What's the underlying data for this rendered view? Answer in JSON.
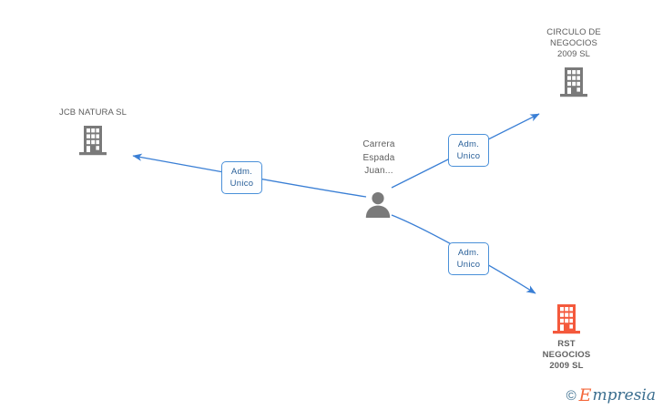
{
  "diagram": {
    "type": "company-relationship-graph",
    "background": "#ffffff",
    "colors": {
      "edge": "#3a7fd5",
      "edge_label_border": "#4a90d9",
      "edge_label_text": "#2a6099",
      "node_gray": "#7a7a7a",
      "node_highlight": "#f4593c",
      "label_text": "#5d5d5d"
    },
    "person": {
      "icon": "person-icon",
      "caption": "Carrera\nEspada\nJuan..."
    },
    "companies": [
      {
        "id": "jcb-natura",
        "name": "JCB NATURA SL",
        "icon": "building-icon",
        "highlight": false
      },
      {
        "id": "circulo-de-negocios-2009",
        "name": "CIRCULO DE\nNEGOCIOS\n2009 SL",
        "icon": "building-icon",
        "highlight": false
      },
      {
        "id": "rst-negocios-2009",
        "name": "RST\nNEGOCIOS\n2009 SL",
        "icon": "building-icon",
        "highlight": true
      }
    ],
    "edges": [
      {
        "id": "edge-jcb-natura",
        "from": "person",
        "to": "jcb-natura",
        "label_line1": "Adm.",
        "label_line2": "Unico"
      },
      {
        "id": "edge-circulo-de-negocios",
        "from": "person",
        "to": "circulo-de-negocios-2009",
        "label_line1": "Adm.",
        "label_line2": "Unico"
      },
      {
        "id": "edge-rst-negocios",
        "from": "person",
        "to": "rst-negocios-2009",
        "label_line1": "Adm.",
        "label_line2": "Unico"
      }
    ]
  },
  "watermark": {
    "copyright": "©",
    "brand_initial": "E",
    "brand_rest": "mpresia"
  }
}
